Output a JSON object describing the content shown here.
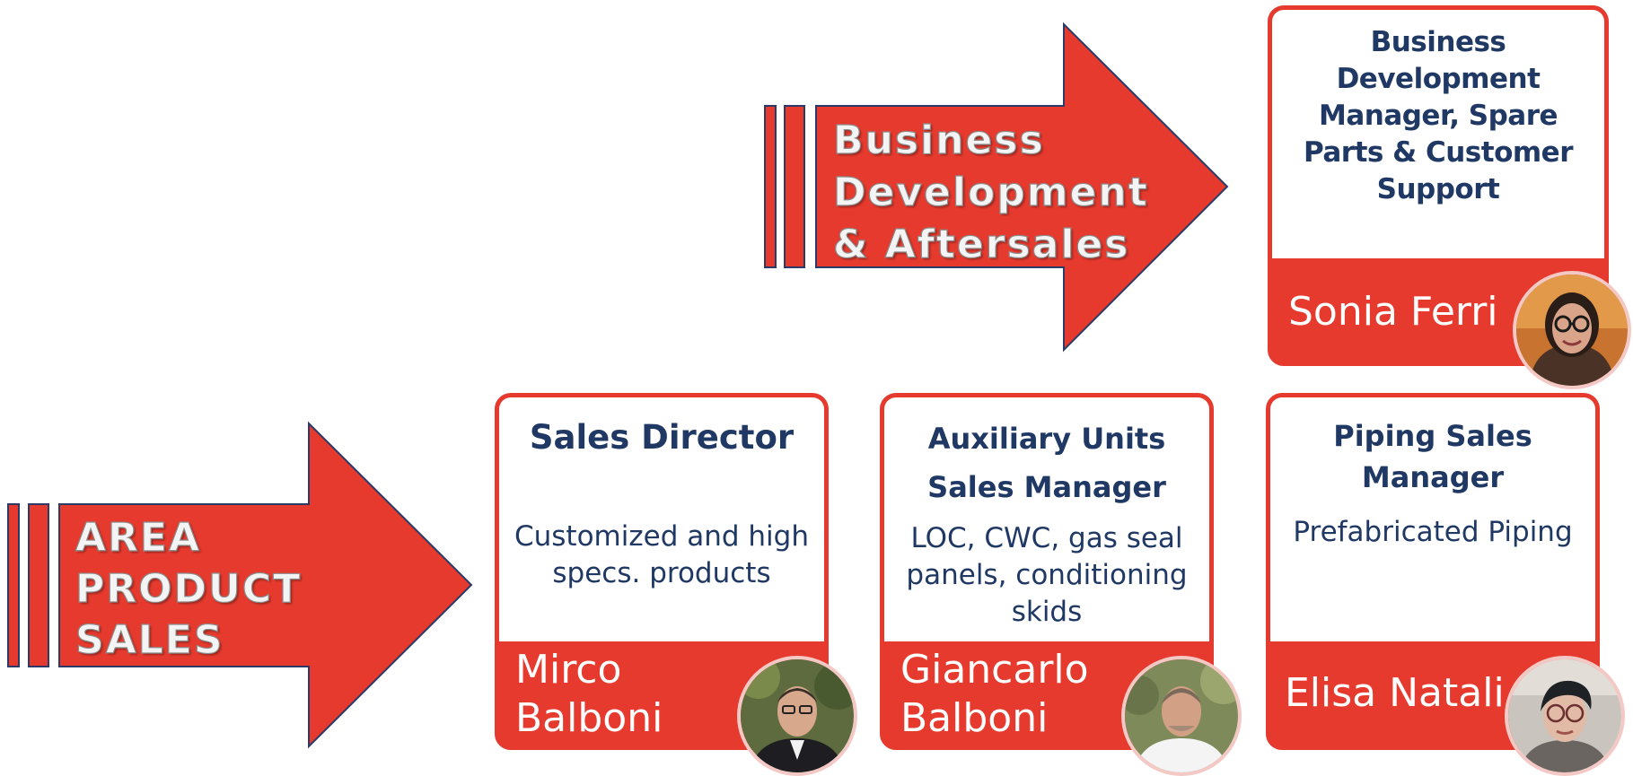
{
  "colors": {
    "accent": "#e63a2e",
    "outline": "#2b3a67",
    "text_dark": "#1f3864",
    "white": "#ffffff"
  },
  "arrows": {
    "business_dev": {
      "label_lines": [
        "Business",
        "Development",
        "& Aftersales"
      ]
    },
    "area_product": {
      "label_lines": [
        "AREA",
        "PRODUCT",
        "SALES"
      ]
    }
  },
  "cards": {
    "bd_manager": {
      "title_lines": [
        "Business Development",
        "Manager, Spare",
        "Parts & Customer",
        "Support"
      ],
      "name_lines": [
        "Sonia Ferri"
      ],
      "avatar_icon": "person-photo-icon"
    },
    "sales_director": {
      "title_lines": [
        "Sales Director"
      ],
      "desc_lines": [
        "Customized and high",
        "specs. products"
      ],
      "name_lines": [
        "Mirco",
        "Balboni"
      ],
      "avatar_icon": "person-photo-icon"
    },
    "auxiliary_units": {
      "title_lines": [
        "Auxiliary Units",
        "Sales Manager"
      ],
      "desc_lines": [
        "LOC, CWC, gas seal",
        "panels, conditioning",
        "skids"
      ],
      "name_lines": [
        "Giancarlo",
        "Balboni"
      ],
      "avatar_icon": "person-photo-icon"
    },
    "piping_sales": {
      "title_lines": [
        "Piping Sales",
        "Manager"
      ],
      "desc_lines": [
        "Prefabricated Piping"
      ],
      "name_lines": [
        "Elisa Natali"
      ],
      "avatar_icon": "person-photo-icon"
    }
  }
}
